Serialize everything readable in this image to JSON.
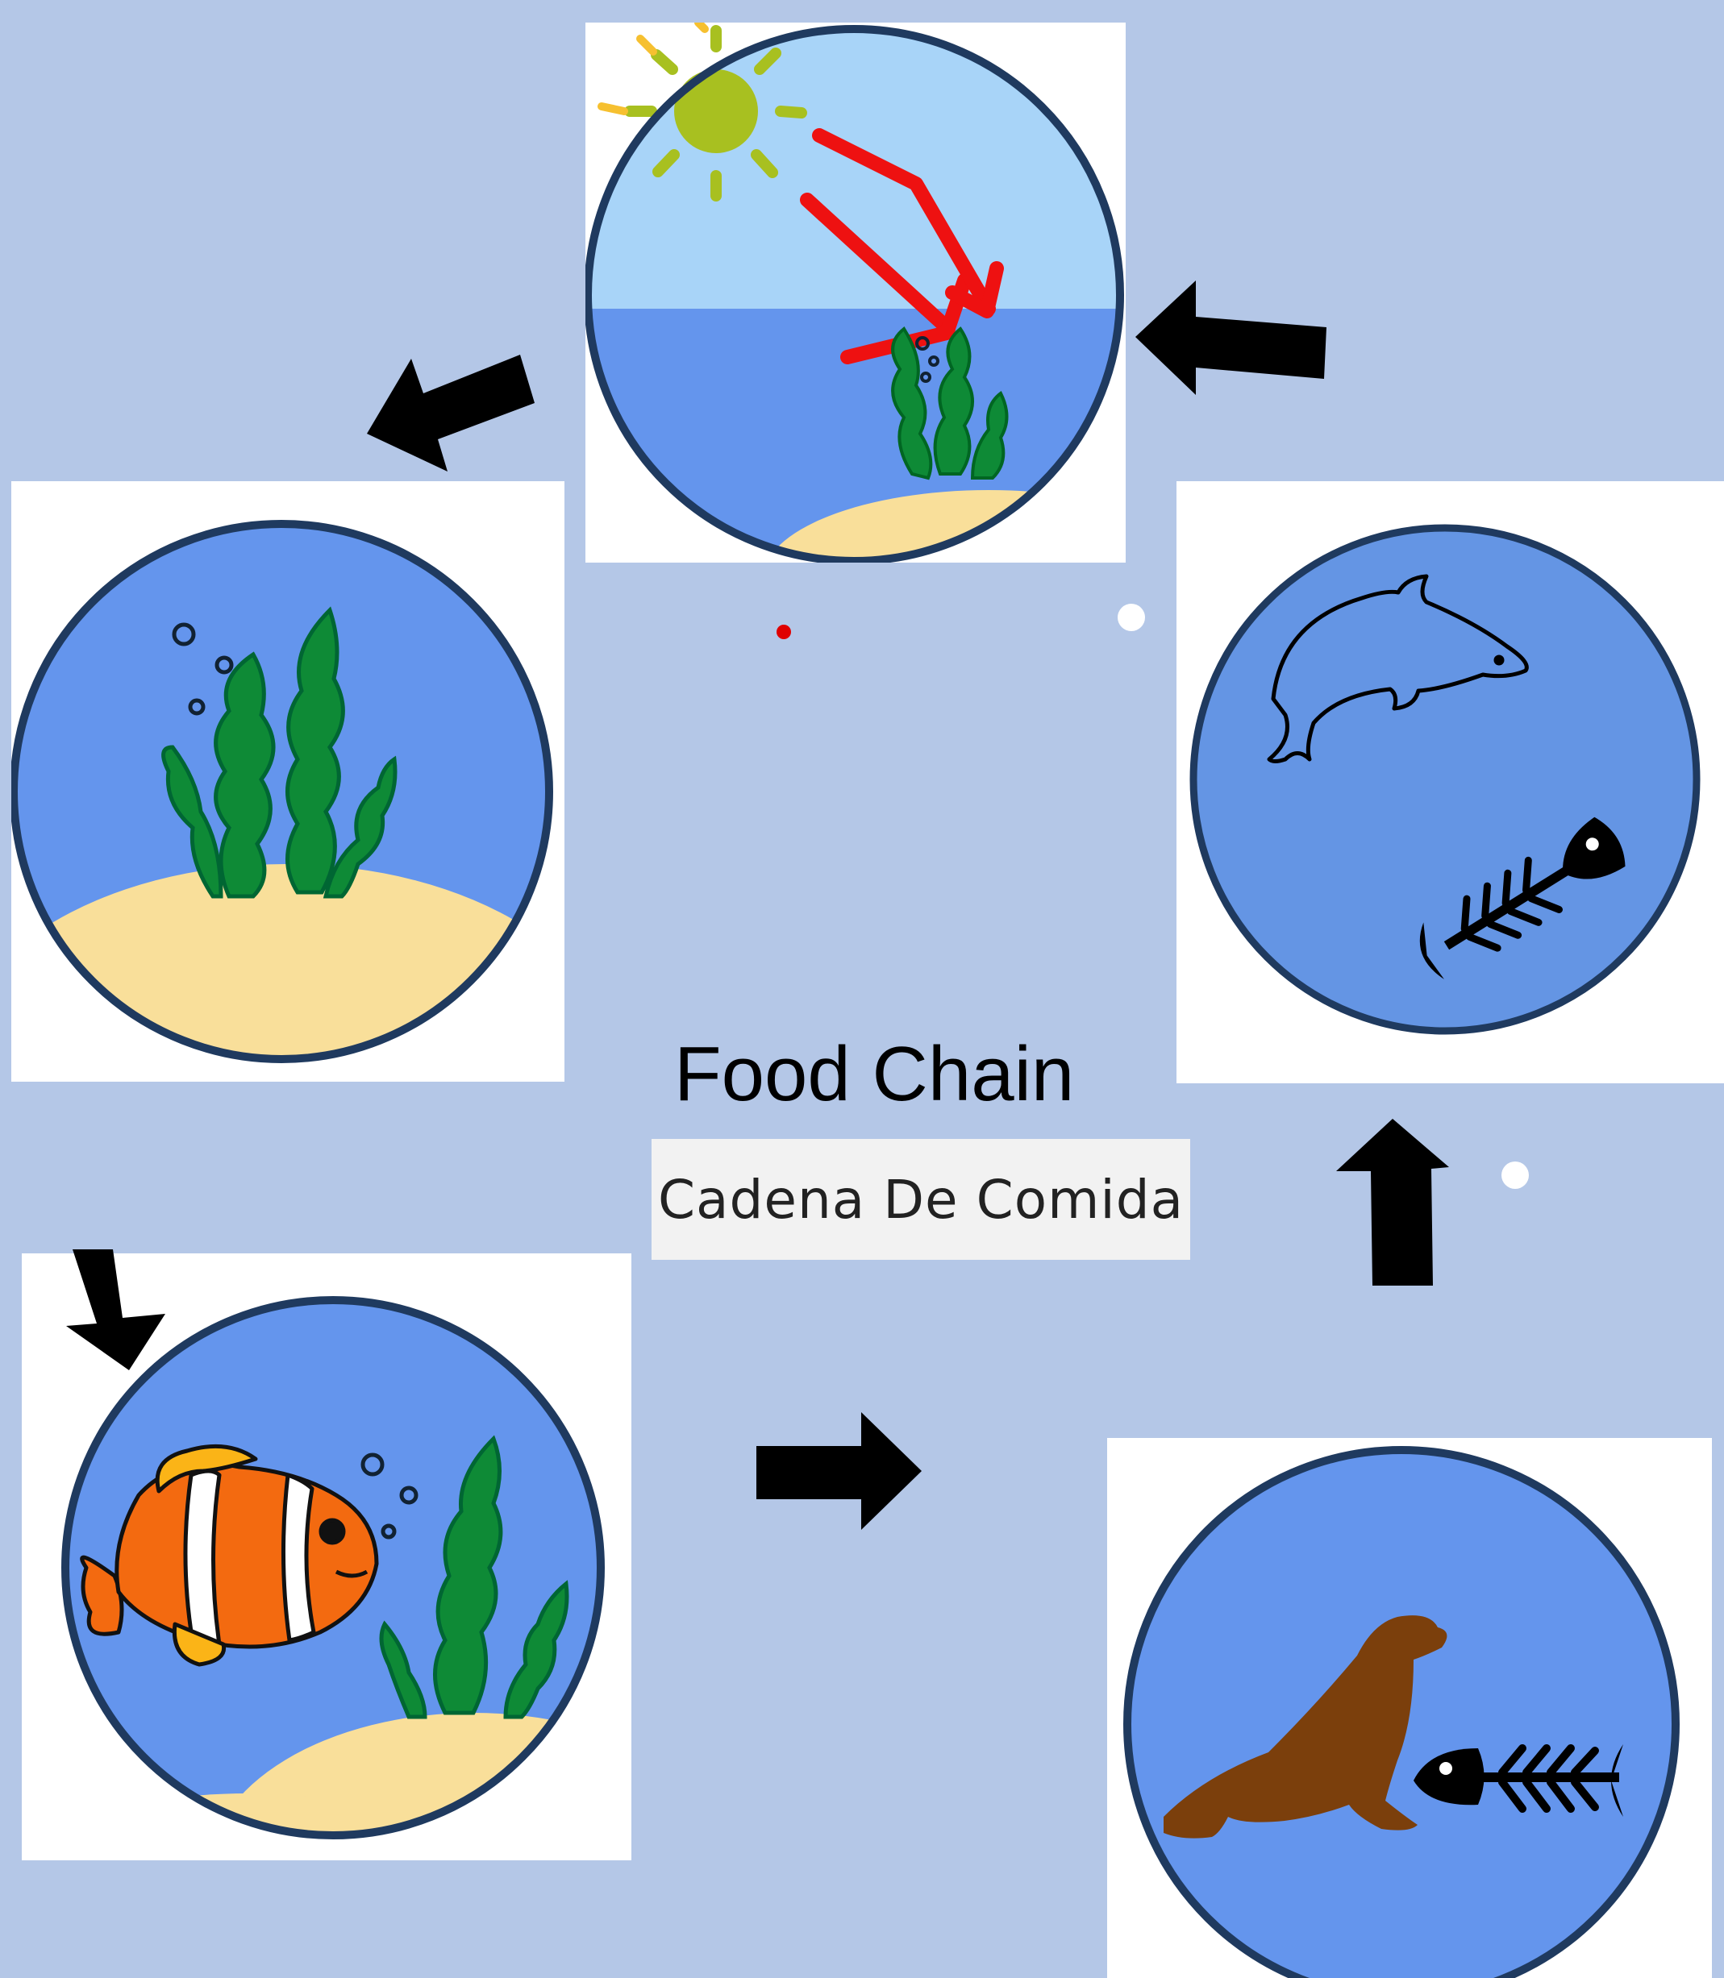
{
  "title": "Food Chain",
  "subtitle": "Cadena De Comida",
  "colors": {
    "background": "#b4c7e7",
    "panel": "#ffffff",
    "circle_border": "#1f3a5f",
    "water": "#6495ed",
    "sky": "#a8d4f8",
    "sand": "#f9df9a",
    "seaweed": "#0e8a36",
    "sun": "#a8c020",
    "sunlight_arrow": "#ee1111",
    "clownfish": "#f36a10",
    "sea_lion": "#7b3f0c",
    "flow_arrow": "#000000"
  },
  "stages": [
    {
      "name": "sun-and-water",
      "icons": [
        "sun-icon",
        "sunlight-arrow-icon",
        "seaweed-icon",
        "bubbles-icon"
      ]
    },
    {
      "name": "seaweed",
      "icons": [
        "seaweed-icon",
        "bubbles-icon",
        "sand-icon"
      ]
    },
    {
      "name": "clownfish",
      "icons": [
        "clownfish-icon",
        "seaweed-icon",
        "bubbles-icon"
      ]
    },
    {
      "name": "sea-lion",
      "icons": [
        "sea-lion-icon",
        "fish-skeleton-icon"
      ]
    },
    {
      "name": "dolphin",
      "icons": [
        "dolphin-icon",
        "fish-skeleton-icon"
      ]
    }
  ]
}
